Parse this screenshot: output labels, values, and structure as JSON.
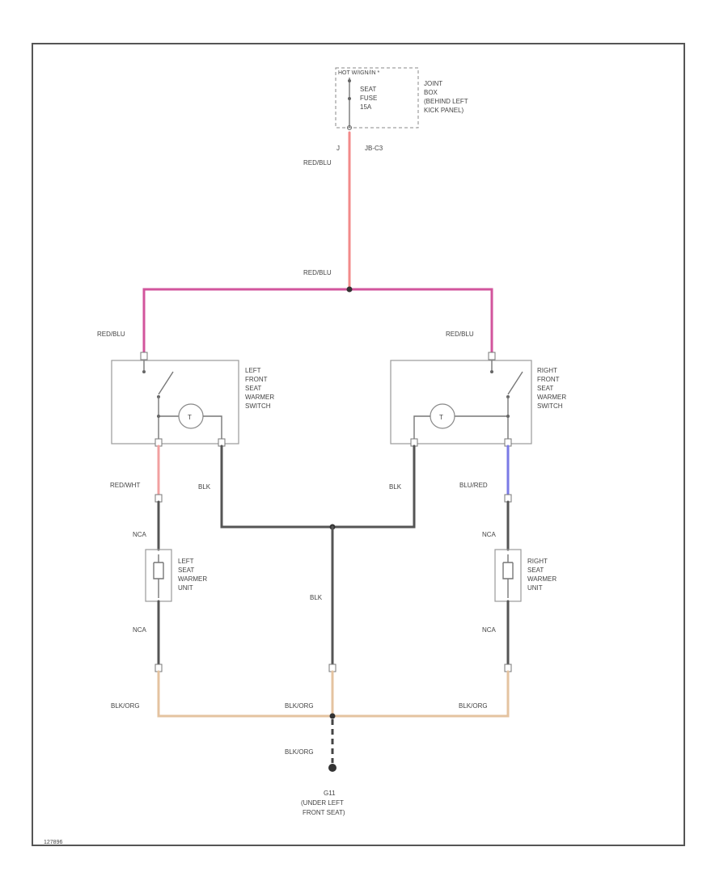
{
  "fuse": {
    "power_label": "HOT W/IGN/IN *",
    "name_lines": [
      "SEAT",
      "FUSE",
      "15A"
    ],
    "joint_box_lines": [
      "JOINT",
      "BOX",
      "(BEHIND LEFT",
      "KICK PANEL)"
    ],
    "connector": "JB-C3"
  },
  "wires": {
    "feed": "RED/BLU",
    "bus_center": "RED/BLU",
    "left_feed": "RED/BLU",
    "right_feed": "RED/BLU",
    "left_out": "RED/WHT",
    "right_out": "BLU/RED",
    "left_switch_ground": "BLK",
    "right_switch_ground": "BLK",
    "center_ground": "BLK",
    "left_unit_top": "NCA",
    "left_unit_bottom": "NCA",
    "right_unit_top": "NCA",
    "right_unit_bottom": "NCA",
    "ground_left": "BLK/ORG",
    "ground_center": "BLK/ORG",
    "ground_right": "BLK/ORG",
    "ground_drop": "BLK/ORG",
    "colors": {
      "red_blu": "#f28a8a",
      "bus": "#d2559c",
      "red_wht": "#f2a0a0",
      "blu_red": "#7a7ae6",
      "blk": "#555555",
      "blk_org": "#e4c3a0"
    }
  },
  "components": {
    "left_switch": [
      "LEFT",
      "FRONT",
      "SEAT",
      "WARMER",
      "SWITCH"
    ],
    "right_switch": [
      "RIGHT",
      "FRONT",
      "SEAT",
      "WARMER",
      "SWITCH"
    ],
    "left_unit": [
      "LEFT",
      "SEAT",
      "WARMER",
      "UNIT"
    ],
    "right_unit": [
      "RIGHT",
      "SEAT",
      "WARMER",
      "UNIT"
    ],
    "thermostat_symbol": "T"
  },
  "ground_point": {
    "id": "G11",
    "location_lines": [
      "(UNDER LEFT",
      "FRONT SEAT)"
    ]
  },
  "figure_code": "127896"
}
